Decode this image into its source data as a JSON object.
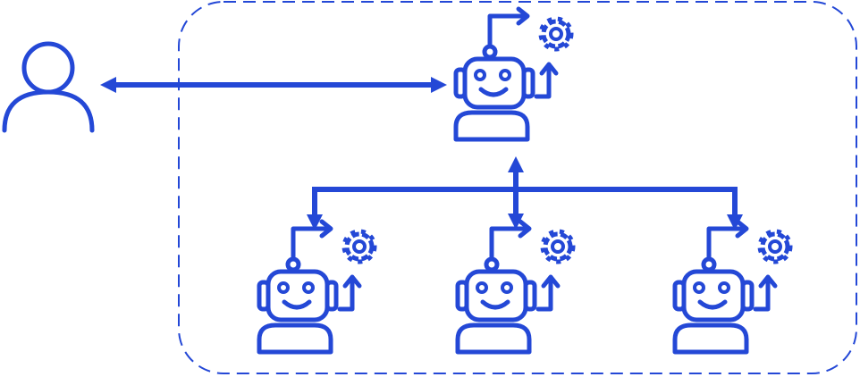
{
  "colors": {
    "primary": "#2448d6",
    "background": "#ffffff"
  },
  "user": {
    "icon": "user-icon"
  },
  "agents": {
    "orchestrator": {
      "icon": "robot-agent-icon"
    },
    "workers": [
      {
        "icon": "robot-agent-icon"
      },
      {
        "icon": "robot-agent-icon"
      },
      {
        "icon": "robot-agent-icon"
      }
    ]
  },
  "connectors": {
    "user_to_orchestrator": "bidirectional-arrow",
    "orchestrator_to_workers": "bidirectional-tree-arrow"
  },
  "boundary": {
    "style": "dashed"
  }
}
